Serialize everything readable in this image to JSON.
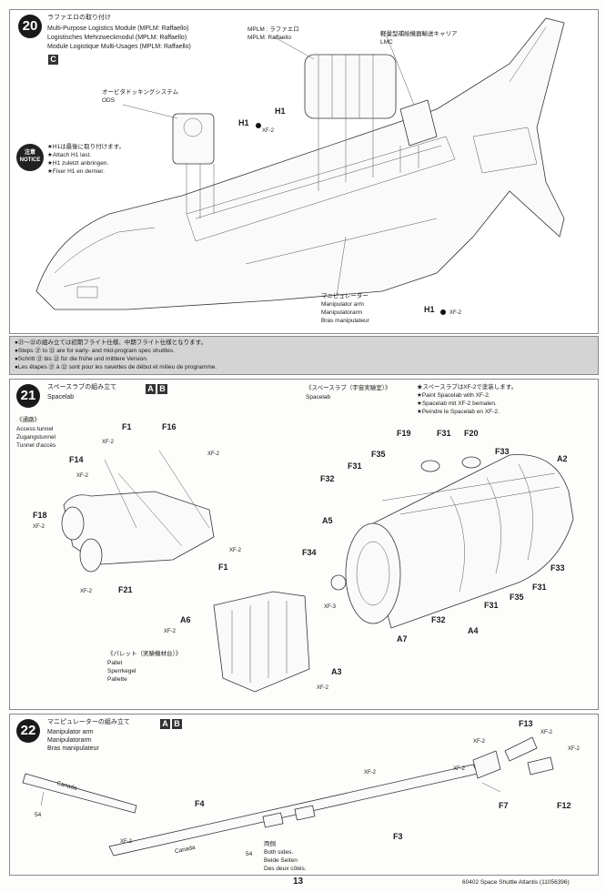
{
  "step20": {
    "number": "20",
    "title_ja": "ラファエロの取り付け",
    "title_en": "Multi-Purpose Logistics Module (MPLM: Raffaello)",
    "title_de": "Logistisches Mehrzweckmodul (MPLM: Raffaello)",
    "title_fr": "Module Logistique Multi-Usages (MPLM: Raffaello)",
    "version_box": "C",
    "labels": {
      "mplm_ja": "MPLM : ラファエロ",
      "mplm_en": "MPLM: Raffaello",
      "lmc_ja": "軽量型補給機器輸送キャリア",
      "lmc_en": "LMC",
      "ods_ja": "オービタドッキングシステム",
      "ods_en": "ODS",
      "manip_ja": "マニピュレーター",
      "manip_en": "Manipulator arm",
      "manip_de": "Manipulatorarm",
      "manip_fr": "Bras manipulateur"
    },
    "caution": {
      "badge": "注意 NOTICE",
      "ja": "★H1は最後に取り付けます。",
      "en": "★Attach H1 last.",
      "de": "★H1 zuletzt anbringen.",
      "fr": "★Fixer H1 en dernier."
    },
    "parts": [
      "H1",
      "H1",
      "H1"
    ],
    "paint": [
      "XF-2",
      "XF-2"
    ]
  },
  "notes": {
    "ja": "●㉑～㉒の組み立ては初期フライト仕様、中期フライト仕様となります。",
    "en": "●Steps ㉑ to ㉒ are for early- and mid-program spec shuttles.",
    "de": "●Schritt ㉑ bis ㉒ für die frühe und mittlere Version.",
    "fr": "●Les étapes ㉑ à ㉒ sont pour les navettes de début et milieu de programme."
  },
  "step21": {
    "number": "21",
    "title_ja": "スペースラブの組み立て",
    "title_en": "Spacelab",
    "boxes": [
      "A",
      "B"
    ],
    "spacelab_ja": "《スペースラブ（宇宙実験室）》",
    "spacelab_en": "Spacelab",
    "paint_note": {
      "ja": "★スペースラブはXF-2で塗装します。",
      "en": "★Paint Spacelab with XF-2.",
      "de": "★Spacelab mit XF-2 bemalen.",
      "fr": "★Peindre le Spacelab en XF-2."
    },
    "tunnel": {
      "ja": "《通路》",
      "en": "Access tunnel",
      "de": "Zugangstunnel",
      "fr": "Tunnel d'accès"
    },
    "pallet": {
      "ja": "《パレット（実験機材台）》",
      "en": "Pallet",
      "de": "Sperrkegel",
      "fr": "Pallette"
    },
    "parts": {
      "f1a": "F1",
      "f16": "F16",
      "f14": "F14",
      "f18": "F18",
      "f21": "F21",
      "f1b": "F1",
      "a6": "A6",
      "a3": "A3",
      "f19": "F19",
      "f31a": "F31",
      "f20": "F20",
      "f35a": "F35",
      "f33a": "F33",
      "f31b": "F31",
      "a2": "A2",
      "f32a": "F32",
      "a5": "A5",
      "f34": "F34",
      "f33b": "F33",
      "f31c": "F31",
      "f35b": "F35",
      "f31d": "F31",
      "f32b": "F32",
      "a4": "A4",
      "a7": "A7"
    },
    "xf2": "XF-2",
    "xf3": "XF-3"
  },
  "step22": {
    "number": "22",
    "title_ja": "マニピュレーターの組み立て",
    "title_en": "Manipulator arm",
    "title_de": "Manipulatorarm",
    "title_fr": "Bras manipulateur",
    "boxes": [
      "A",
      "B"
    ],
    "parts": {
      "f13": "F13",
      "f7": "F7",
      "f12": "F12",
      "f4": "F4",
      "f3": "F3"
    },
    "xf2": "XF-2",
    "both_sides": {
      "ja": "両側",
      "en": "Both sides.",
      "de": "Beide Seiten",
      "fr": "Des deux côtés."
    },
    "decal_num": "54",
    "canada": "Canada"
  },
  "footer": {
    "page": "13",
    "code": "60402 Space Shuttle Atlantis (11056396)"
  }
}
